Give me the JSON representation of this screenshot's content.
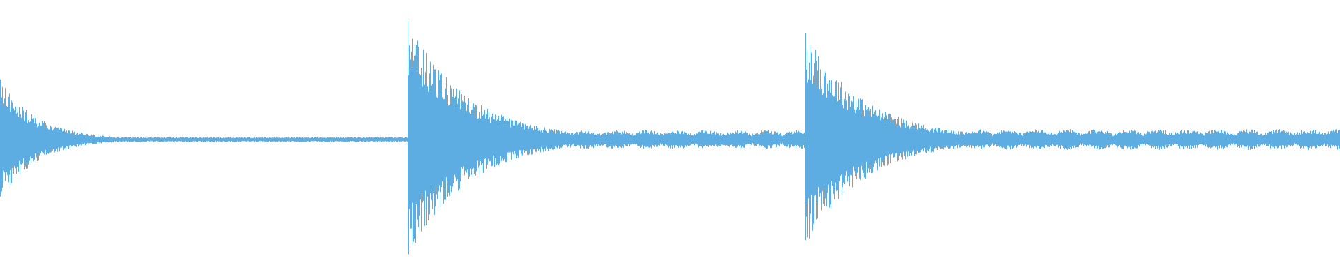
{
  "waveform": {
    "color": "#5DADE2",
    "background": "#ffffff",
    "normalized_peak_amplitude": 1.0,
    "onsets": [
      {
        "time_fraction": 0.0,
        "peak": 0.43,
        "decay": 0.028
      },
      {
        "time_fraction": 0.304,
        "peak": 0.85,
        "decay": 0.045
      },
      {
        "time_fraction": 0.601,
        "peak": 0.76,
        "decay": 0.045
      }
    ],
    "noise_floor": 0.018,
    "sustain_segments": [
      {
        "start_fraction": 0.4,
        "end_fraction": 0.6,
        "level": 0.07
      },
      {
        "start_fraction": 0.7,
        "end_fraction": 1.0,
        "level": 0.075
      }
    ]
  }
}
